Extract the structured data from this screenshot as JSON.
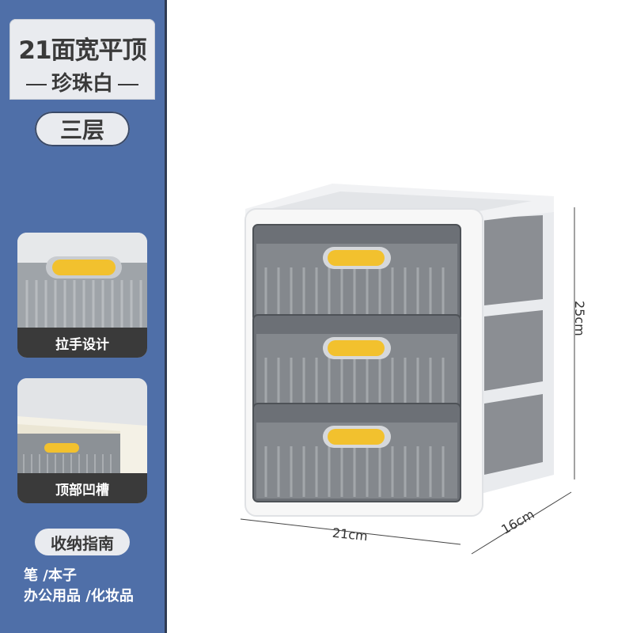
{
  "sidebar": {
    "title_main": "21面宽平顶",
    "title_sub": "珍珠白",
    "layer_label": "三层",
    "features": [
      {
        "label": "拉手设计",
        "icon": "drawer-handle-closeup-icon"
      },
      {
        "label": "顶部凹槽",
        "icon": "top-groove-closeup-icon"
      }
    ],
    "guide_label": "收纳指南",
    "usage_lines": [
      "笔 /本子",
      "办公用品 /化妆品"
    ]
  },
  "product": {
    "drawer_count": 3,
    "handle_color": "#f2c12e",
    "frame_color": "#f7f7f7",
    "drawer_tint": "#6c7076"
  },
  "dimensions": {
    "height": "25cm",
    "width": "21cm",
    "depth": "16cm"
  },
  "colors": {
    "sidebar_bg": "#4f6fa8",
    "card_bg": "#e9ebef",
    "label_bg": "#3a3a3a"
  }
}
